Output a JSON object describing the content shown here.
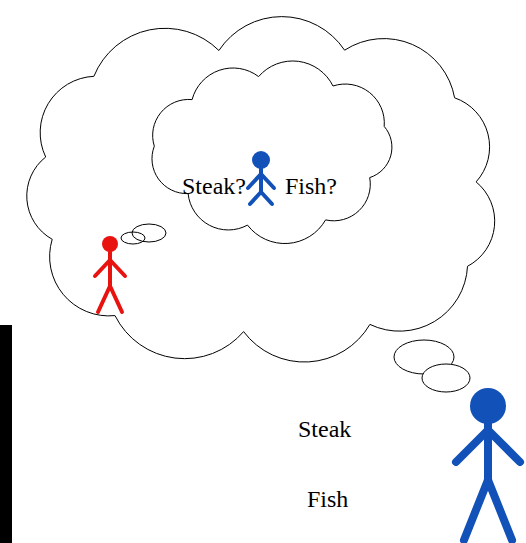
{
  "diagram": {
    "nodes": [
      {
        "text": [
          "Steak?",
          "Fish?"
        ]
      }
    ],
    "labels": [
      "Steak",
      "Fish"
    ]
  }
}
